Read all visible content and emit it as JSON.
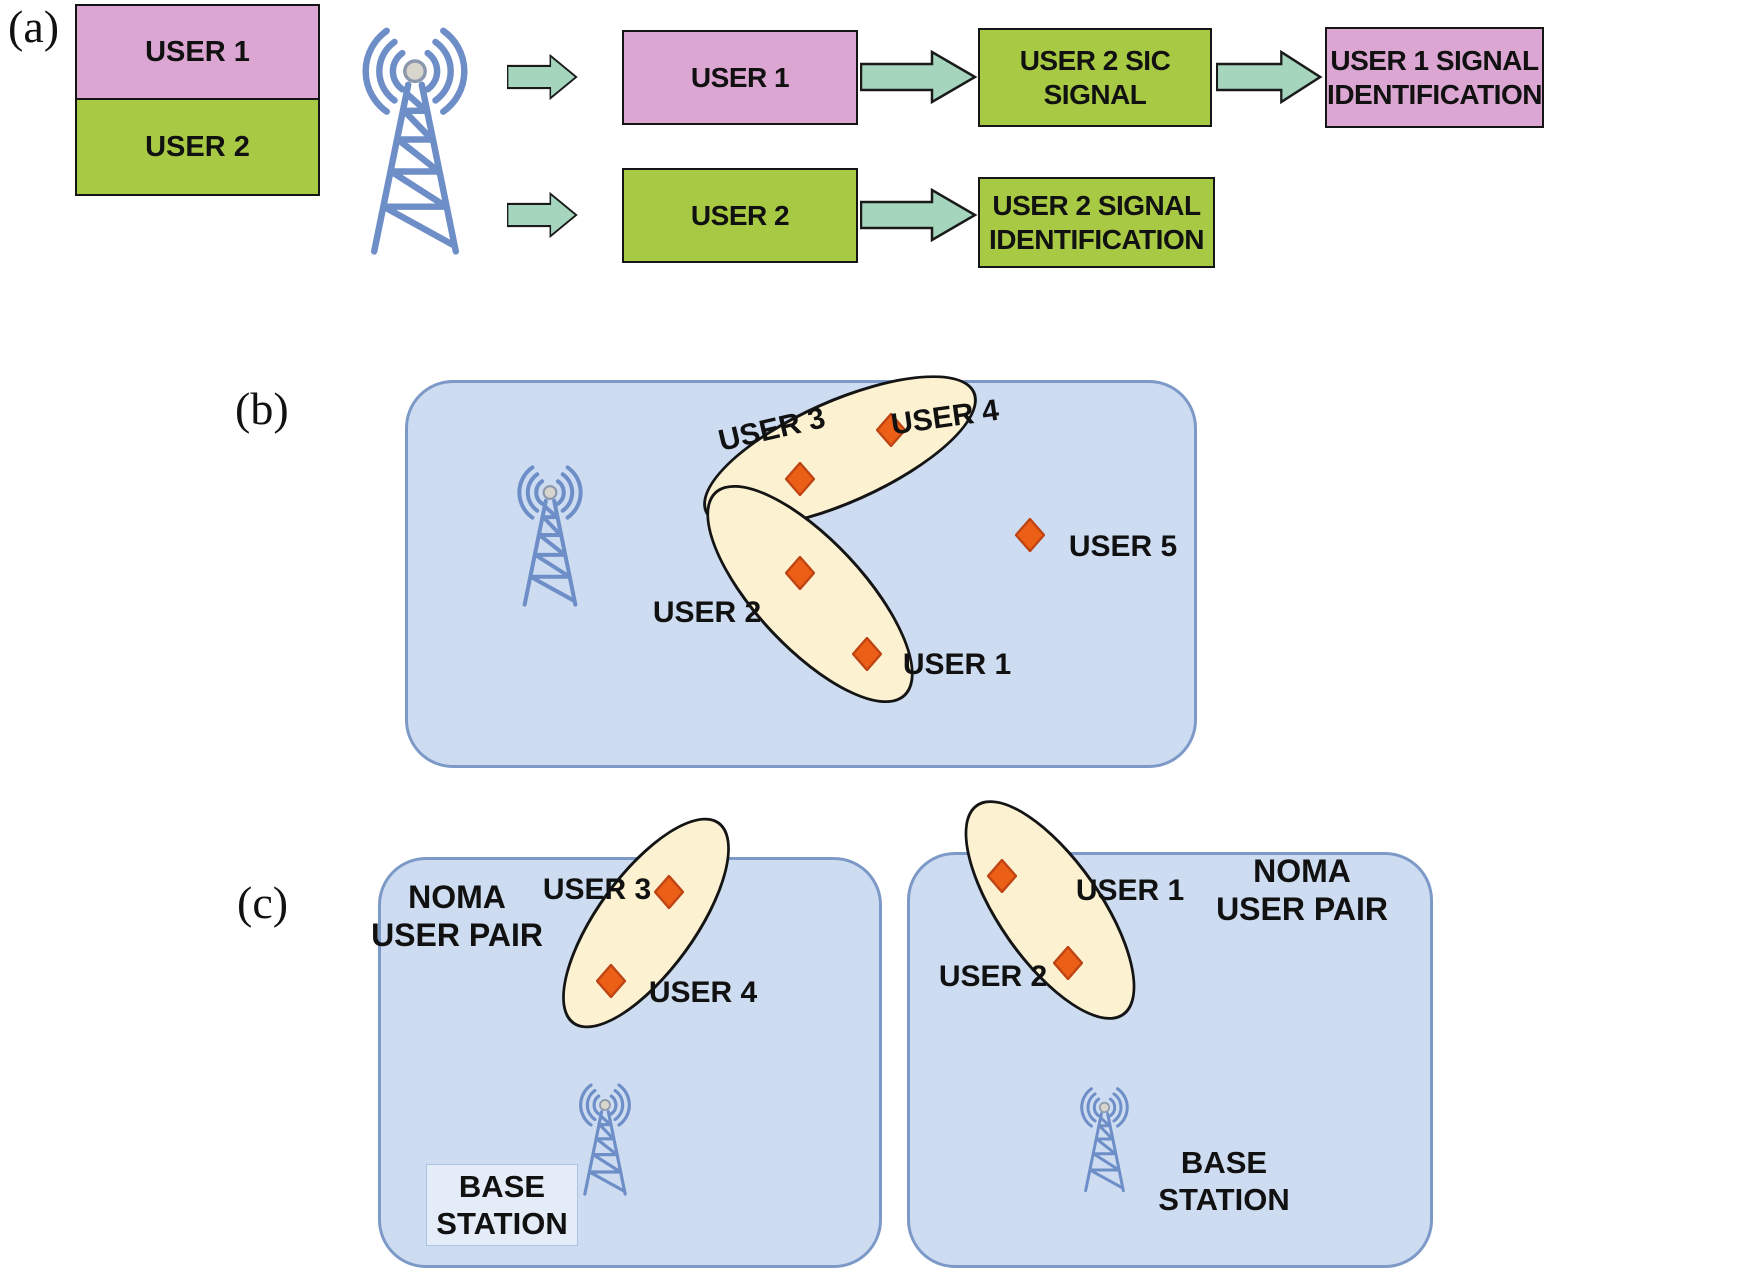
{
  "figure": {
    "type": "noma-diagram",
    "panel_count": 3
  },
  "a": {
    "panel_label": "(a)",
    "stack_user1": "USER 1",
    "stack_user2": "USER 2",
    "row1_box1": "USER 1",
    "row1_box2": "USER 2 SIC SIGNAL",
    "row1_box3": "USER 1 SIGNAL IDENTIFICATION",
    "row2_box1": "USER 2",
    "row2_box2": "USER 2 SIGNAL IDENTIFICATION"
  },
  "b": {
    "panel_label": "(b)",
    "user1": "USER 1",
    "user2": "USER 2",
    "user3": "USER 3",
    "user4": "USER 4",
    "user5": "USER 5"
  },
  "c": {
    "panel_label": "(c)",
    "left": {
      "noma_line1": "NOMA",
      "noma_line2": "USER PAIR",
      "user3": "USER 3",
      "user4": "USER 4",
      "base_line1": "BASE",
      "base_line2": "STATION"
    },
    "right": {
      "noma_line1": "NOMA",
      "noma_line2": "USER PAIR",
      "user1": "USER 1",
      "user2": "USER 2",
      "base_line1": "BASE",
      "base_line2": "STATION"
    }
  },
  "icons": {
    "tower": "radio-tower-icon",
    "user_marker": "diamond-marker-icon",
    "arrow": "block-arrow-icon"
  },
  "colors": {
    "user1_pink": "#dca6d2",
    "user2_green": "#a8c944",
    "arrow_mint": "#a5d6bd",
    "panel_fill": "#cddcf0",
    "panel_border": "#7d99c7",
    "pair_ellipse_fill": "#fcf2d2",
    "pair_ellipse_border": "#141414",
    "diamond_orange": "#ec5f17",
    "diamond_border": "#bf4413",
    "tower_blue": "#6e8ec8",
    "text": "#111111"
  }
}
